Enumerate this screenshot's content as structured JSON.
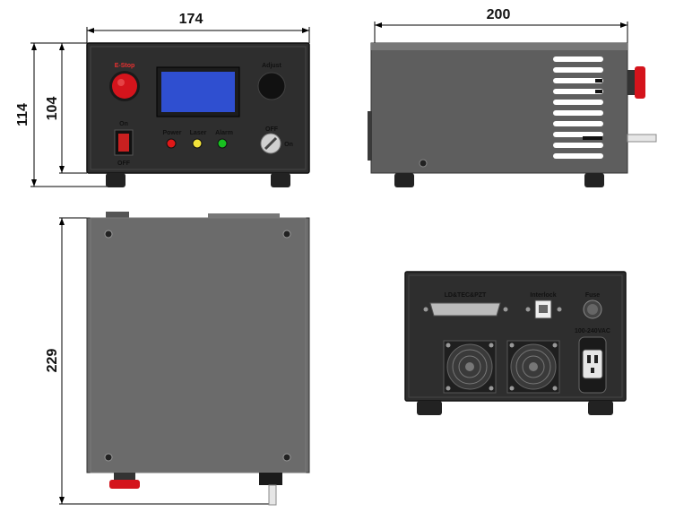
{
  "dimensions": {
    "front_width": "174",
    "side_depth": "200",
    "front_height_total": "114",
    "front_height_body": "104",
    "top_depth": "229"
  },
  "front_panel": {
    "estop_label": "E-Stop",
    "adjust_label": "Adjust",
    "power_switch_on": "On",
    "power_switch_off": "OFF",
    "key_off": "OFF",
    "key_on": "On",
    "led_labels": [
      "Power",
      "Laser",
      "Alarm"
    ],
    "colors": {
      "case": "#2e2e2e",
      "lcd": "#2f4fd0",
      "estop": "#d4141c",
      "led_power": "#e01818",
      "led_laser": "#f2e23a",
      "led_alarm": "#18c020"
    }
  },
  "rear_panel": {
    "connector_label": "LD&TEC&PZT",
    "interlock_label": "Interlock",
    "fuse_label": "Fuse",
    "power_input_label": "100-240VAC"
  }
}
